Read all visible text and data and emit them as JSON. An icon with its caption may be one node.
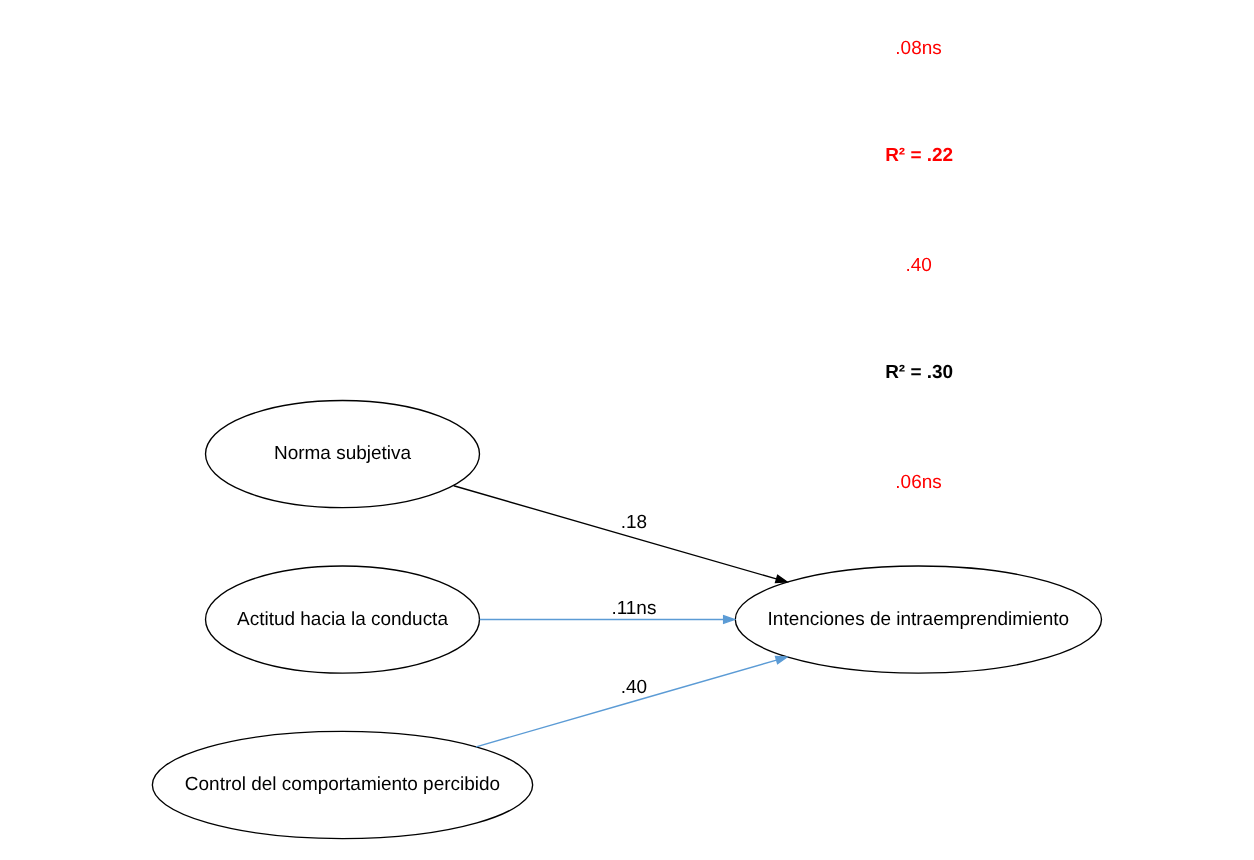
{
  "diagram": {
    "nodes": [
      {
        "text": [
          "Norma subjetiva"
        ]
      },
      {
        "text": [
          "Actitud hacia la conducta"
        ]
      },
      {
        "text": [
          "Control del comportamiento percibido"
        ]
      },
      {
        "text": [
          "Intenciones de intraemprendimiento"
        ]
      }
    ],
    "edges": [
      {
        "from": 0,
        "to": 3,
        "arrow": "to",
        "label": ".18",
        "color": "#000000"
      },
      {
        "from": 1,
        "to": 3,
        "arrow": "to",
        "label": ".11ns",
        "color": "#5b9bd5"
      },
      {
        "from": 2,
        "to": 3,
        "arrow": "to",
        "label": ".40",
        "color": "#5b9bd5"
      }
    ],
    "labels": [
      ".06ns",
      "R² = .30",
      ".40",
      "R² = .22",
      ".08ns"
    ]
  }
}
